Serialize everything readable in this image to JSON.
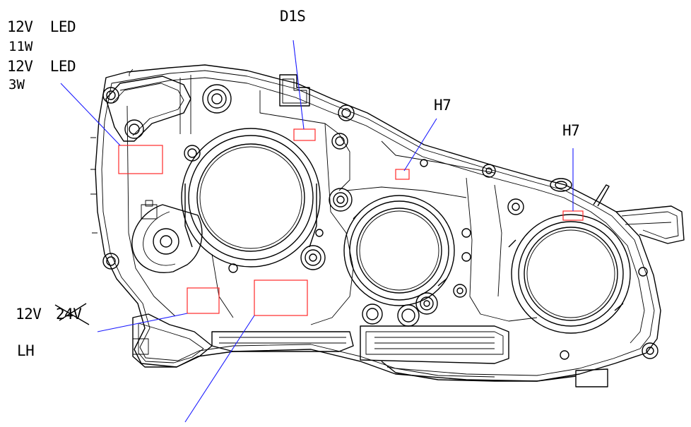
{
  "labels": {
    "led_top_voltage": "12V  LED",
    "led_top_power": "11W",
    "led_mid_voltage": "12V  LED",
    "led_mid_power": "3W",
    "d1s": "D1S",
    "h7_left": "H7",
    "h7_right": "H7",
    "voltage_new": "12V",
    "voltage_old": "24V",
    "side": "LH"
  },
  "colors": {
    "leader_line": "#1a1aff",
    "marking_box": "#ff2a2a",
    "outline": "#000000"
  }
}
